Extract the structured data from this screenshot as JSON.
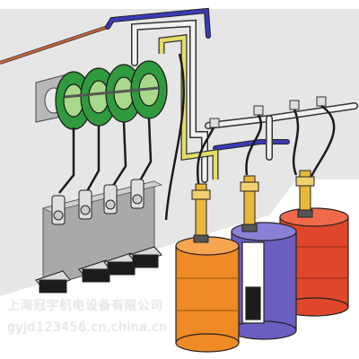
{
  "watermark": {
    "line1": "上海冠宇机电设备有限公司",
    "line2": "gyjd123456.cn.china.cn"
  },
  "colors": {
    "wall": "#e4e4e4",
    "pipe_orange": "#c8643c",
    "pipe_blue": "#3a3ab8",
    "pipe_yellow": "#e2dd66",
    "pipe_white": "#f2f2f2",
    "reel_green": "#2f9a3e",
    "reel_light_green": "#a8d98a",
    "hose_black": "#1c1c1c",
    "drum_orange": "#f08a24",
    "drum_purple": "#6a5fc0",
    "drum_red": "#e0472a",
    "pump_gold": "#e8b83a",
    "panel_gray": "#a9a9a9"
  },
  "icons": [
    "hose-reel-assembly",
    "dispense-gun",
    "oil-drum",
    "drum-pump",
    "valve"
  ]
}
